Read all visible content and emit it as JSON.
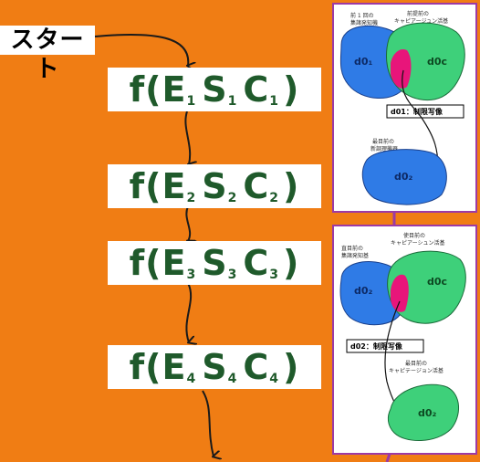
{
  "start": {
    "label": "スタート"
  },
  "formulas": [
    {
      "f": "f(",
      "e": "E",
      "es": "1",
      "s": "S",
      "ss": "1",
      "c": "C",
      "cs": "1",
      "close": ")"
    },
    {
      "f": "f(",
      "e": "E",
      "es": "2",
      "s": "S",
      "ss": "2",
      "c": "C",
      "cs": "2",
      "close": ")"
    },
    {
      "f": "f(",
      "e": "E",
      "es": "3",
      "s": "S",
      "ss": "3",
      "c": "C",
      "cs": "3",
      "close": ")"
    },
    {
      "f": "f(",
      "e": "E",
      "es": "4",
      "s": "S",
      "ss": "4",
      "c": "C",
      "cs": "4",
      "close": ")"
    }
  ],
  "panel1": {
    "left_caption_1": "前 1 回の",
    "left_caption_2": "集諸発知機",
    "right_caption_1": "前提前の",
    "right_caption_2": "キャピアージュン活基",
    "left_blob": "d0₁",
    "right_blob": "d0c",
    "map_label": "d01：制限写像",
    "bottom_caption_1": "最目前の",
    "bottom_caption_2": "新調理機器",
    "bottom_blob": "d0₂"
  },
  "panel2": {
    "left_caption_1": "直目前の",
    "left_caption_2": "集諸発知基",
    "right_caption_1": "使目前の",
    "right_caption_2": "キャピアーシュン活基",
    "left_blob": "d0₂",
    "right_blob": "d0c",
    "map_label": "d02：制限写像",
    "bottom_caption_1": "最目前の",
    "bottom_caption_2": "キャピテージョン活基",
    "bottom_blob": "d0₂"
  },
  "colors": {
    "background": "#f07d14",
    "formula_text": "#1f5a2b",
    "blue_blob": "#2f7be6",
    "green_blob": "#3ed07a",
    "overlap": "#e8157a",
    "panel_border": "#9c3aa5"
  }
}
